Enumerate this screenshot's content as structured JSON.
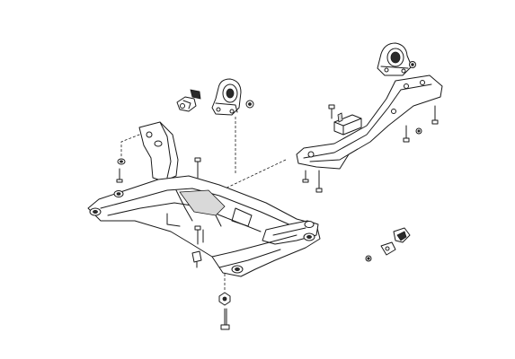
{
  "diagram": {
    "style": "exploded-view line drawing",
    "stroke_color": "#1a1a1a",
    "background_color": "#ffffff",
    "parts": [
      "front-subframe",
      "transmission-crossmember",
      "engine-mount-left",
      "engine-mount-upper",
      "mount-bracket-small",
      "clamp-bracket",
      "bolts",
      "nuts",
      "clips"
    ]
  }
}
